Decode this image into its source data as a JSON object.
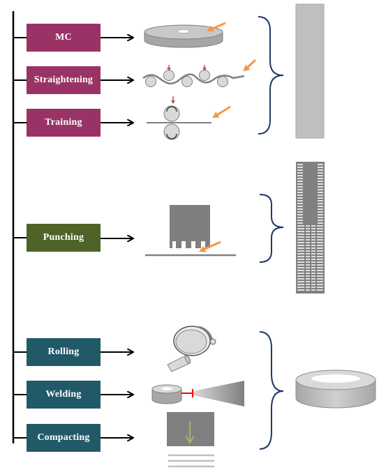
{
  "colors": {
    "group_1": "#993366",
    "group_2": "#4f6228",
    "group_3": "#215968",
    "brace": "#1f3864",
    "highlight_arrow": "#f79646",
    "press_arrow": "#c0504d",
    "down_arrow": "#9bbb59",
    "metal": "#bfbfbf",
    "metal_dark": "#808080"
  },
  "steps": [
    {
      "label": "MC"
    },
    {
      "label": "Straightening"
    },
    {
      "label": "Training"
    },
    {
      "label": "Punching"
    },
    {
      "label": "Rolling"
    },
    {
      "label": "Welding"
    },
    {
      "label": "Compacting"
    }
  ],
  "icons": {
    "mc": "magnetic-core-disc-icon",
    "straightening": "straightening-rollers-icon",
    "training": "training-rollers-icon",
    "punching": "punching-die-icon",
    "rolling": "rolling-mandrel-icon",
    "welding": "welding-torch-icon",
    "compacting": "compacting-press-icon",
    "result_1": "straight-strip-icon",
    "result_2": "punched-strip-icon",
    "result_3": "wound-core-ring-icon"
  }
}
